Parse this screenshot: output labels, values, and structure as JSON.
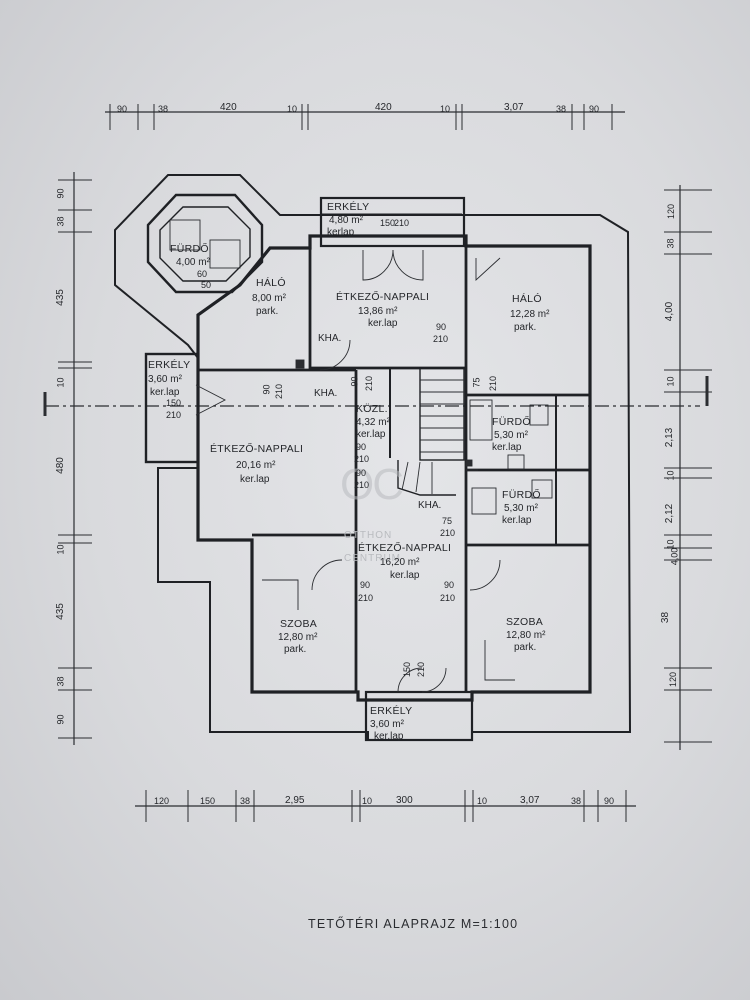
{
  "title": "TETŐTÉRI  ALAPRAJZ  M=1:100",
  "watermark": {
    "line1": "OTTHON",
    "line2": "CENTRUM",
    "logo": "OC"
  },
  "dimensions": {
    "top": [
      "90",
      "38",
      "420",
      "10",
      "420",
      "10",
      "3,07",
      "38",
      "90"
    ],
    "bottom": [
      "120",
      "150",
      "38",
      "2,95",
      "10",
      "300",
      "10",
      "3,07",
      "38",
      "90"
    ],
    "left": [
      "90",
      "38",
      "435",
      "10",
      "480",
      "10",
      "435",
      "38",
      "90"
    ],
    "right": [
      "120",
      "38",
      "4,00",
      "10",
      "2,13",
      "10",
      "2,12",
      "10",
      "4,00",
      "38",
      "120"
    ]
  },
  "rooms": {
    "erkely_top": {
      "name": "ERKÉLY",
      "area": "4,80 m²",
      "floor": "kerlap"
    },
    "furdo_corner": {
      "name": "FÜRDŐ",
      "area": "4,00 m²"
    },
    "halo_left": {
      "name": "HÁLÓ",
      "area": "8,00 m²",
      "floor": "park."
    },
    "etkezo_top": {
      "name": "ÉTKEZŐ-NAPPALI",
      "area": "13,86 m²",
      "floor": "ker.lap"
    },
    "halo_right": {
      "name": "HÁLÓ",
      "area": "12,28 m²",
      "floor": "park."
    },
    "erkely_left": {
      "name": "ERKÉLY",
      "area": "3,60 m²",
      "floor": "ker.lap"
    },
    "etkezo_left": {
      "name": "ÉTKEZŐ-NAPPALI",
      "area": "20,16 m²",
      "floor": "ker.lap"
    },
    "kozl": {
      "name": "KÖZL.",
      "area": "4,32 m²",
      "floor": "ker.lap"
    },
    "furdo_r1": {
      "name": "FÜRDŐ",
      "area": "5,30 m²",
      "floor": "ker.lap"
    },
    "furdo_r2": {
      "name": "FÜRDŐ",
      "area": "5,30 m²",
      "floor": "ker.lap"
    },
    "etkezo_mid": {
      "name": "ÉTKEZŐ-NAPPALI",
      "area": "16,20 m²",
      "floor": "ker.lap"
    },
    "szoba_left": {
      "name": "SZOBA",
      "area": "12,80 m²",
      "floor": "park."
    },
    "szoba_right": {
      "name": "SZOBA",
      "area": "12,80 m²",
      "floor": "park."
    },
    "erkely_bottom": {
      "name": "ERKÉLY",
      "area": "3,60 m²",
      "floor": "ker.lap"
    }
  },
  "labels": {
    "kha1": "KHA.",
    "kha2": "KHA.",
    "kha3": "KHA.",
    "d90": "90",
    "d210": "210",
    "d75": "75",
    "d150": "150",
    "d60": "60",
    "d50": "50"
  }
}
